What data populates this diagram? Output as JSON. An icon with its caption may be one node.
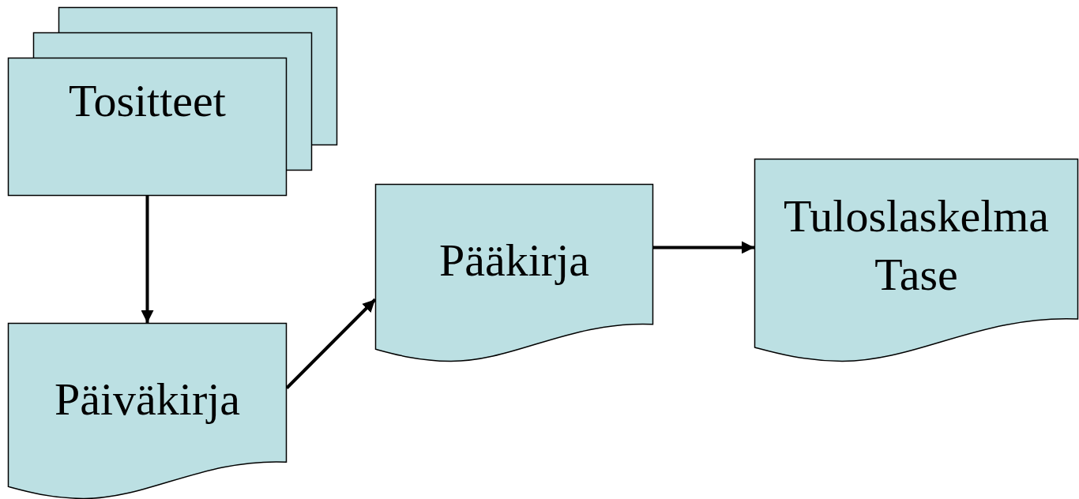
{
  "diagram": {
    "nodes": [
      {
        "text": [
          "Tositteet"
        ]
      },
      {
        "text": [
          "Päiväkirja"
        ]
      },
      {
        "text": [
          "Pääkirja"
        ]
      },
      {
        "text": [
          "Tuloslaskelma",
          "Tase"
        ]
      }
    ],
    "edges": [
      {
        "from": 0,
        "to": 1,
        "arrow": "to"
      },
      {
        "from": 1,
        "to": 2,
        "arrow": "to"
      },
      {
        "from": 2,
        "to": 3,
        "arrow": "to"
      }
    ]
  }
}
